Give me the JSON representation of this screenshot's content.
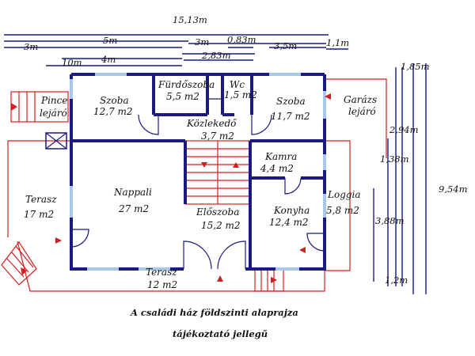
{
  "rooms": {
    "szoba1": {
      "name": "Szoba",
      "area": "12,7 m2"
    },
    "furdoszoba": {
      "name": "Fürdőszoba",
      "area": "5,5 m2"
    },
    "wc": {
      "name": "Wc",
      "area": "1,5 m2"
    },
    "szoba2": {
      "name": "Szoba",
      "area": "11,7 m2"
    },
    "kozlekedo": {
      "name": "Közlekedő",
      "area": "3,7 m2"
    },
    "kamra": {
      "name": "Kamra",
      "area": "4,4 m2"
    },
    "nappali": {
      "name": "Nappali",
      "area": "27 m2"
    },
    "eloszoba": {
      "name": "Előszoba",
      "area": "15,2 m2"
    },
    "konyha": {
      "name": "Konyha",
      "area": "12,4 m2"
    },
    "loggia": {
      "name": "Loggia",
      "area": "5,8 m2"
    },
    "terasz_left": {
      "name": "Terasz",
      "area": "17 m2"
    },
    "terasz_bottom": {
      "name": "Terasz",
      "area": "12 m2"
    }
  },
  "outside": {
    "pince": [
      "Pince",
      "lejáró"
    ],
    "garazs": [
      "Garázs",
      "lejáró"
    ]
  },
  "dimensions": {
    "d1513": "15,13m",
    "d3a": "3m",
    "d5": "5m",
    "d3b": "3m",
    "d083": "0,83m",
    "d35": "3,5m",
    "d11": "1,1m",
    "d283": "2,83m",
    "d10": "10m",
    "d4": "4m",
    "d185": "1,85m",
    "d294": "2,94m",
    "d138": "1,38m",
    "d954": "9,54m",
    "d388": "3,88m",
    "d12": "1,2m"
  },
  "caption": {
    "line1": "A családi ház földszinti alaprajza",
    "line2": "tájékoztató jellegű"
  }
}
